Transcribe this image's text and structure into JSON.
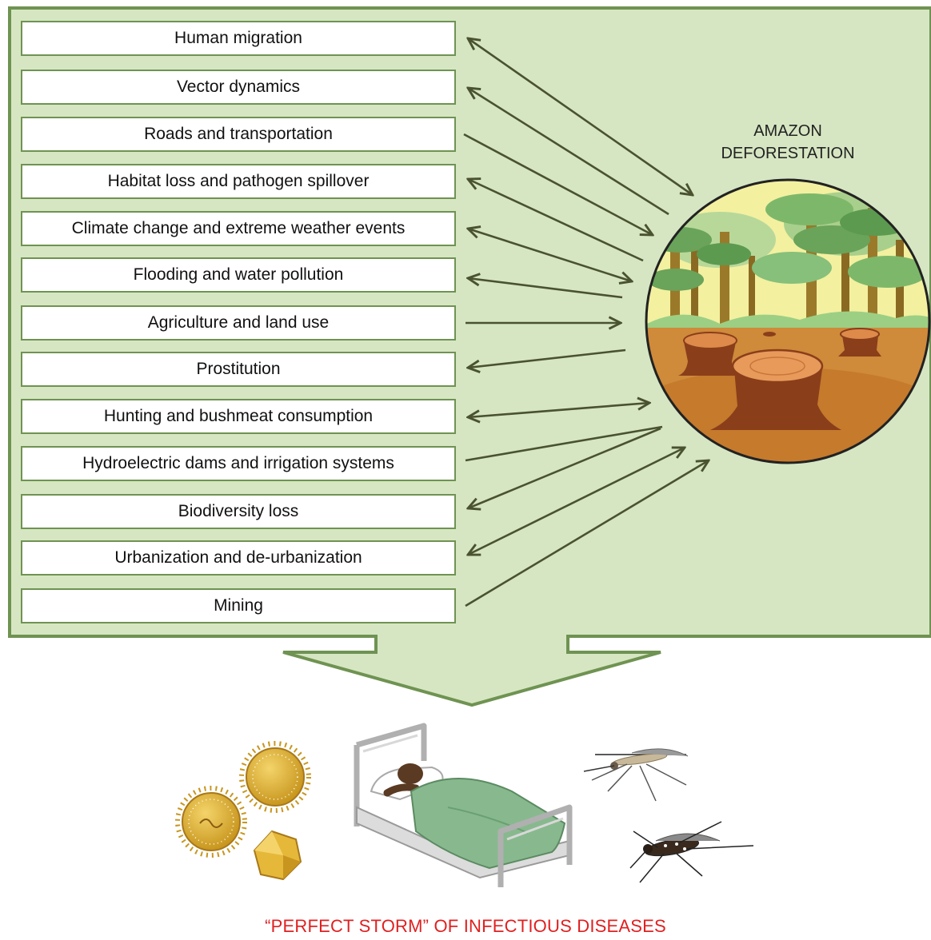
{
  "factors": [
    "Human migration",
    "Vector dynamics",
    "Roads and transportation",
    "Habitat loss and pathogen spillover",
    "Climate change and extreme weather events",
    "Flooding and water pollution",
    "Agriculture and land use",
    "Prostitution",
    "Hunting and bushmeat consumption",
    "Hydroelectric dams and irrigation systems",
    "Biodiversity loss",
    "Urbanization and de-urbanization",
    "Mining"
  ],
  "deforestation": {
    "line1": "AMAZON",
    "line2": "DEFORESTATION"
  },
  "outcome": "“PERFECT STORM” OF INFECTIOUS DISEASES",
  "colors": {
    "panel": "#d6e6c2",
    "panel_border": "#6f9352",
    "arrow": "#4a5230",
    "outcome_text": "#e02020"
  }
}
